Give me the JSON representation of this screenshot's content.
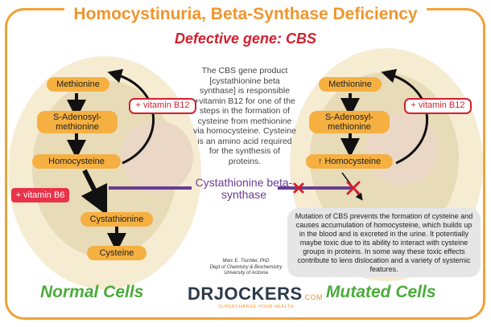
{
  "title": "Homocystinuria, Beta-Synthase Deficiency",
  "subtitle": "Defective gene: CBS",
  "normal": {
    "methionine": "Methionine",
    "sam": "S-Adenosyl-\nmethionine",
    "homocysteine": "Homocysteine",
    "cystathionine": "Cystathionine",
    "cysteine": "Cysteine",
    "vit_b12": "+ vitamin B12",
    "vit_b6": "+ vitamin B6",
    "label": "Normal Cells"
  },
  "mutated": {
    "methionine": "Methionine",
    "sam": "S-Adenosyl-\nmethionine",
    "homocysteine": "↑ Homocysteine",
    "vit_b12": "+ vitamin B12",
    "label": "Mutated Cells",
    "box_text": "Mutation of CBS prevents the formation of cysteine and causes accumulation of homocysteine, which builds up in the blood and is excreted in the urine. It potentially maybe toxic due to its ability to interact with cysteine groups in proteins. In some way these toxic effects contribute to lens dislocation and a variety of systemic features."
  },
  "center_text": "The CBS gene product [cystathionine beta synthase] is responsible +vitamin B12 for one of the steps in the formation of cysteine from methionine via homocysteine. Cysteine is an amino acid required for the synthesis of proteins.",
  "enzyme": "Cystathionine beta-synthase",
  "credit": {
    "name": "Marc E. Tischler, PhD",
    "dept": "Dept of Chemistry & Biochemistry",
    "univ": "University of Arizona"
  },
  "logo": {
    "main": "DRJOCKERS",
    "suffix": ".COM",
    "tagline": "SUPERCHARGE YOUR HEALTH"
  },
  "colors": {
    "orange": "#f0952c",
    "red": "#d02030",
    "purple": "#6a3c93",
    "green": "#4aac3a",
    "pill": "#f5b041"
  }
}
